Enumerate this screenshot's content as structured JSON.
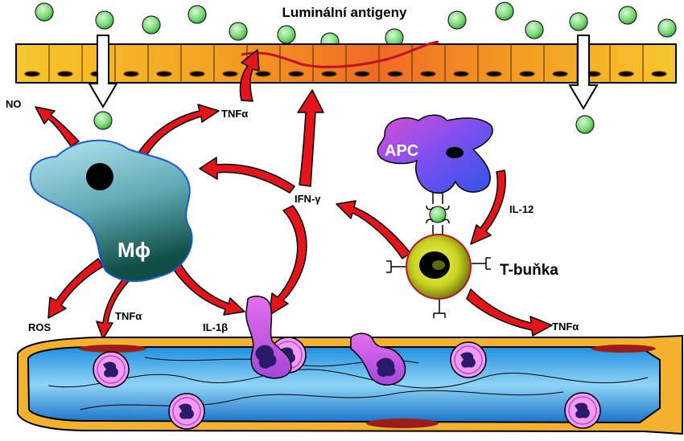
{
  "title": "Luminální antigeny",
  "labels": {
    "no": "NO",
    "tnf_top": "TNFα",
    "ifn": "IFN-γ",
    "apc": "APC",
    "il12": "IL-12",
    "tcell": "T-buňka",
    "macrophage": "Mϕ",
    "ros": "ROS",
    "tnf_macro": "TNFα",
    "il1b": "IL-1β",
    "tnf_tcell": "TNFα"
  },
  "colors": {
    "antigen": "#7ddc7a",
    "epithelium": "#f5b526",
    "epithelium_dark": "#e8841a",
    "arrow": "#e3141a",
    "vessel": "#4fb3ec",
    "macrophage": "#4a8f8f",
    "apc": "#8b3fd1",
    "tcell": "#d8e030",
    "leukocyte": "#f088f5"
  }
}
